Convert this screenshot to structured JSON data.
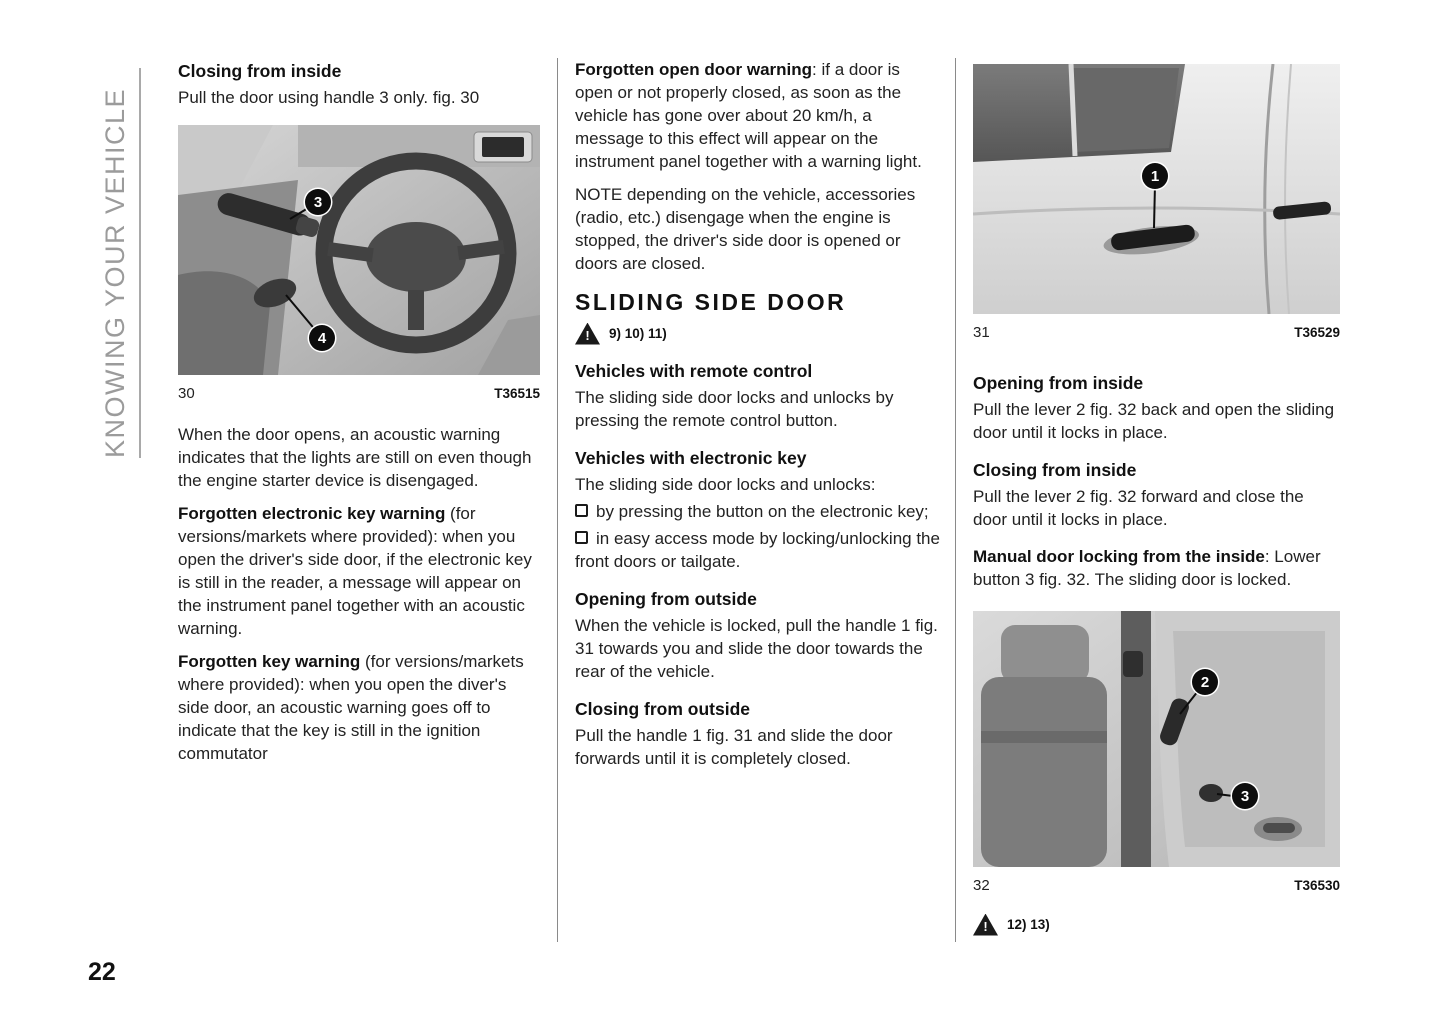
{
  "sidebar": {
    "chapter_title": "KNOWING YOUR VEHICLE",
    "page_number": "22"
  },
  "icons": {
    "warning_exclamation": "!"
  },
  "col1": {
    "closing_inside_heading": "Closing from inside",
    "closing_inside_body": "Pull the door using handle 3 only. fig. 30",
    "fig30": {
      "number": "30",
      "code": "T36515",
      "callout_3": "3",
      "callout_4": "4"
    },
    "acoustic_warning_para": "When the door opens, an acoustic warning indicates that the lights are still on even though the engine starter device is disengaged.",
    "forgotten_ekey_bold": "Forgotten electronic key warning",
    "forgotten_ekey_rest": " (for versions/markets where provided): when you open the driver's side door, if the electronic key is still in the reader, a message will appear on the instrument panel together with an acoustic warning.",
    "forgotten_key_bold": "Forgotten key warning",
    "forgotten_key_rest": " (for versions/markets where provided): when you open the diver's side door, an acoustic warning goes off to indicate that the key is still in the ignition commutator"
  },
  "col2": {
    "forgotten_open_bold": "Forgotten open door warning",
    "forgotten_open_rest": ": if a door is open or not properly closed, as soon as the vehicle has gone over about 20 km/h, a message to this effect will appear on the instrument panel together with a warning light.",
    "note_para": "NOTE depending on the vehicle, accessories (radio, etc.) disengage when the engine is stopped, the driver's side door is opened or doors are closed.",
    "section_heading": "SLIDING SIDE DOOR",
    "warning_refs_top": "9) 10) 11)",
    "remote_heading": "Vehicles with remote control",
    "remote_body": "The sliding side door locks and unlocks by pressing the remote control button.",
    "ekey_heading": "Vehicles with electronic key",
    "ekey_intro": "The sliding side door locks and unlocks:",
    "bullets": [
      "by pressing the button on the electronic key;",
      "in easy access mode by locking/unlocking the front doors or tailgate."
    ],
    "open_outside_heading": "Opening from outside",
    "open_outside_body": "When the vehicle is locked, pull the handle 1 fig. 31 towards you and slide the door towards the rear of the vehicle.",
    "close_outside_heading": "Closing from outside",
    "close_outside_body": "Pull the handle 1 fig. 31 and slide the door forwards until it is completely closed."
  },
  "col3": {
    "fig31": {
      "number": "31",
      "code": "T36529",
      "callout_1": "1"
    },
    "open_inside_heading": "Opening from inside",
    "open_inside_body": "Pull the lever 2 fig. 32 back and open the sliding door until it locks in place.",
    "close_inside_heading": "Closing from inside",
    "close_inside_body": "Pull the lever 2 fig. 32 forward and close the door until it locks in place.",
    "manual_lock_bold": "Manual door locking from the inside",
    "manual_lock_rest": ": Lower button 3 fig. 32. The sliding door is locked.",
    "fig32": {
      "number": "32",
      "code": "T36530",
      "callout_2": "2",
      "callout_3": "3"
    },
    "warning_refs_bottom": "12) 13)"
  }
}
